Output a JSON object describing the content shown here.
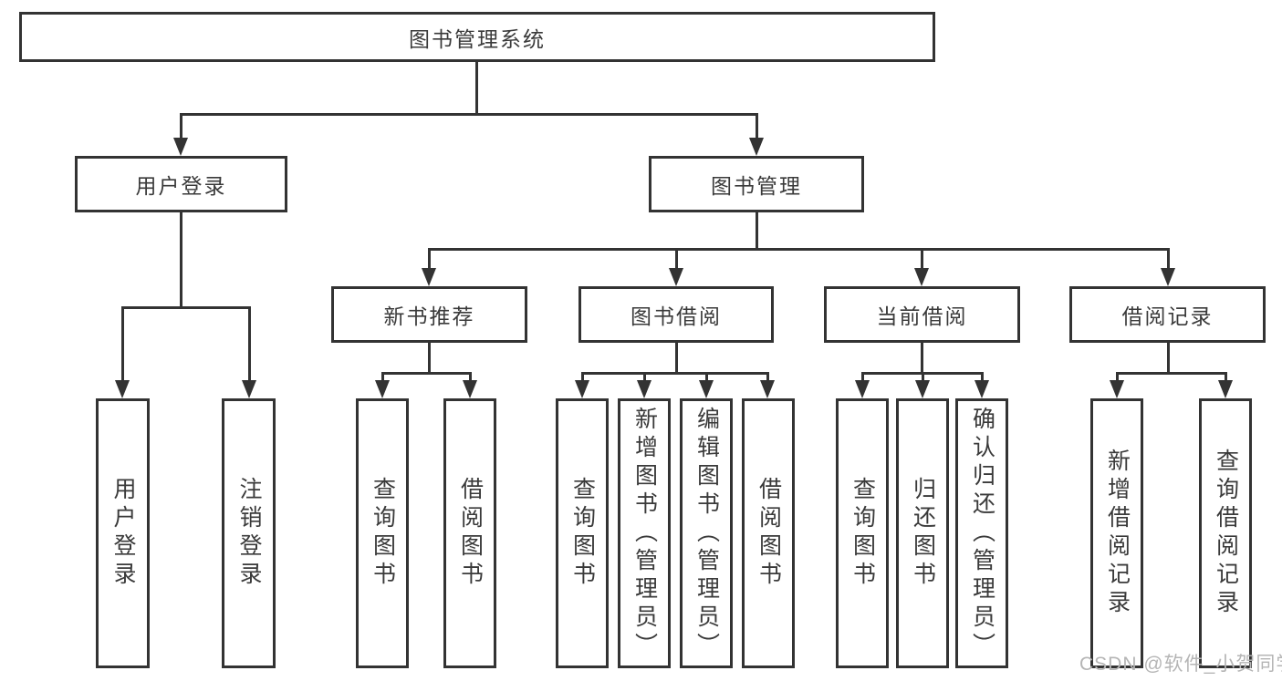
{
  "diagram": {
    "root": {
      "label": "图书管理系统"
    },
    "level2": [
      {
        "label": "用户登录"
      },
      {
        "label": "图书管理"
      }
    ],
    "level3": [
      {
        "label": "新书推荐"
      },
      {
        "label": "图书借阅"
      },
      {
        "label": "当前借阅"
      },
      {
        "label": "借阅记录"
      }
    ],
    "leaves": [
      {
        "label": "用户登录"
      },
      {
        "label": "注销登录"
      },
      {
        "label": "查询图书"
      },
      {
        "label": "借阅图书"
      },
      {
        "label": "查询图书"
      },
      {
        "label": "新增图书（管理员）"
      },
      {
        "label": "编辑图书（管理员）"
      },
      {
        "label": "借阅图书"
      },
      {
        "label": "查询图书"
      },
      {
        "label": "归还图书"
      },
      {
        "label": "确认归还（管理员）"
      },
      {
        "label": "新增借阅记录"
      },
      {
        "label": "查询借阅记录"
      }
    ]
  },
  "watermark": {
    "text": "CSDN @软件_小贺同学"
  },
  "colors": {
    "line": "#333333",
    "text": "#3a3a3a",
    "watermark": "#b5b5b5",
    "background": "#ffffff"
  }
}
